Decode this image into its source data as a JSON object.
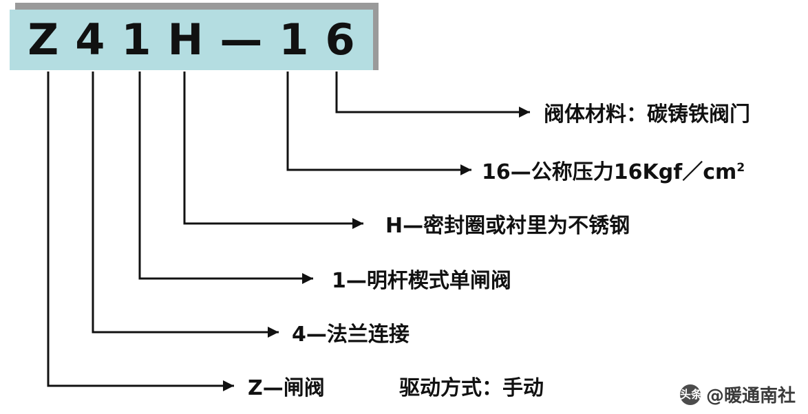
{
  "diagram": {
    "code": "Z41H—16",
    "code_chars": [
      "Z",
      "4",
      "1",
      "H",
      "—",
      "1",
      "6"
    ],
    "labels": [
      {
        "id": "body-material",
        "text": "阀体材料：碳铸铁阀门"
      },
      {
        "id": "nominal-pressure",
        "text": "16—公称压力16Kgf／cm",
        "sup": "2"
      },
      {
        "id": "seal-ring",
        "text": "H—密封圈或衬里为不锈钢"
      },
      {
        "id": "gate-type",
        "text": "1—明杆楔式单闸阀"
      },
      {
        "id": "connection",
        "text": "4—法兰连接"
      },
      {
        "id": "valve-type",
        "text": "Z—闸阀"
      },
      {
        "id": "drive-mode",
        "text": "驱动方式：手动"
      }
    ],
    "watermark": {
      "badge": "头条",
      "text": "@暖通南社"
    },
    "colors": {
      "code_bg": "#b4dde1",
      "code_shadow": "#9a9a9a",
      "line": "#111111",
      "text": "#111111"
    }
  }
}
